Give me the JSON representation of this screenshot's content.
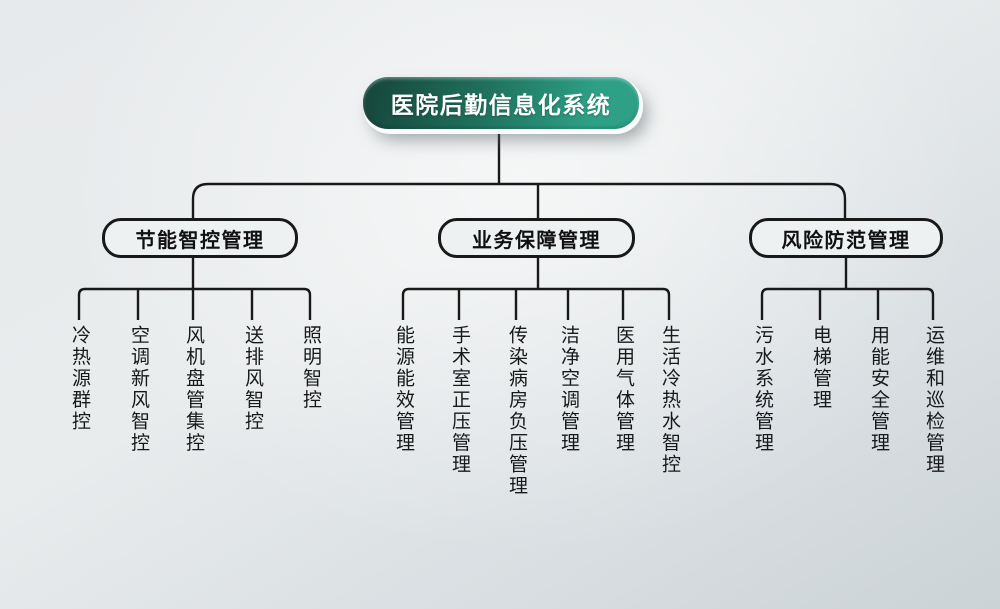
{
  "root": {
    "label": "医院后勤信息化系统"
  },
  "branches": [
    {
      "label": "节能智控管理",
      "children": [
        "冷热源群控",
        "空调新风智控",
        "风机盘管集控",
        "送排风智控",
        "照明智控"
      ]
    },
    {
      "label": "业务保障管理",
      "children": [
        "能源能效管理",
        "手术室正压管理",
        "传染病房负压管理",
        "洁净空调管理",
        "医用气体管理",
        "生活冷热水智控"
      ]
    },
    {
      "label": "风险防范管理",
      "children": [
        "污水系统管理",
        "电梯管理",
        "用能安全管理",
        "运维和巡检管理"
      ]
    }
  ],
  "colors": {
    "accent-dark": "#16443a",
    "accent": "#2da086",
    "line": "#191919",
    "node-fill": "#eef1f2",
    "bg-light": "#e7eaec",
    "bg-dark": "#cbd3d7"
  }
}
